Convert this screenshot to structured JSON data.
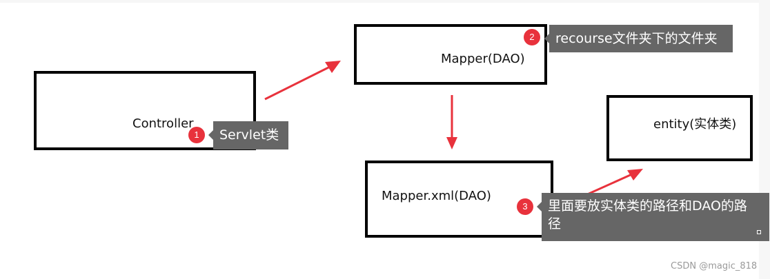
{
  "boxes": {
    "controller": "Controller",
    "mapper": "Mapper(DAO)",
    "mapper_xml": "Mapper.xml(DAO)",
    "entity": "entity(实体类)"
  },
  "annotations": [
    {
      "number": "1",
      "text": "Servlet类"
    },
    {
      "number": "2",
      "text": "recourse文件夹下的文件夹"
    },
    {
      "number": "3",
      "text": "里面要放实体类的路径和DAO的路径"
    }
  ],
  "watermark": "CSDN @magic_818",
  "colors": {
    "arrow": "#e8323c",
    "badge": "#e8323c",
    "tooltip_bg": "#666666",
    "box_border": "#000000"
  }
}
